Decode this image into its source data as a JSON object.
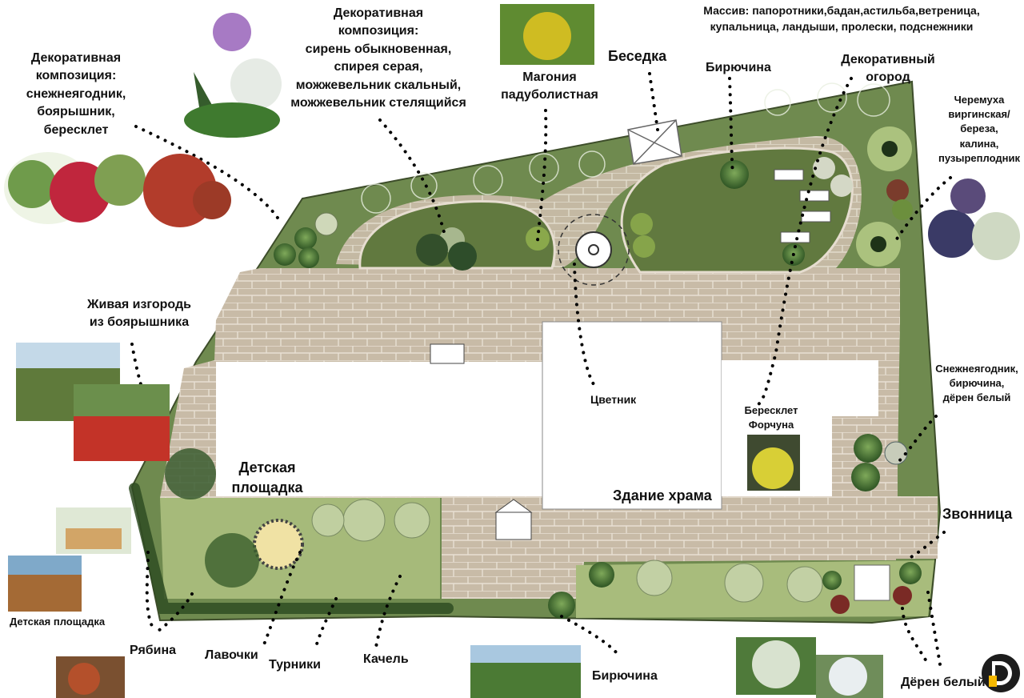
{
  "labels": {
    "deco_left": [
      "Декоративная",
      "композиция:",
      "снежнеягодник,",
      "боярышник,",
      "бересклет"
    ],
    "deco_top": [
      "Декоративная",
      "композиция:",
      "сирень обыкновенная,",
      "спирея серая,",
      "можжевельник скальный,",
      "можжевельник стелящийся"
    ],
    "magonia": [
      "Магония",
      "падуболистная"
    ],
    "gazebo": "Беседка",
    "privet_top": "Бирючина",
    "massif": [
      "Массив: папоротники,бадан,астильба,ветреница,",
      "купальница, ландыши, пролески, подснежники"
    ],
    "garden": [
      "Декоративный",
      "огород"
    ],
    "cherry": [
      "Черемуха",
      "виргинская/",
      "береза,",
      "калина,",
      "пузыреплодник"
    ],
    "hedge": [
      "Живая изгородь",
      "из боярышника"
    ],
    "flowerbed": "Цветник",
    "euonymus": [
      "Бересклет",
      "Форчуна"
    ],
    "snowberry_right": [
      "Снежнеягодник,",
      "бирючина,",
      "дёрен белый"
    ],
    "playground": [
      "Детская",
      "площадка"
    ],
    "temple": "Здание храма",
    "belfry": "Звонница",
    "playground_photo": "Детская площадка",
    "rowan": "Рябина",
    "benches": "Лавочки",
    "bars": "Турники",
    "swing": "Качель",
    "privet_bottom": "Бирючина",
    "dogwood": "Дёрен белый"
  },
  "colors": {
    "lawn": "#6f8a4f",
    "lawn_dark": "#58703c",
    "paving": "#c9bca8",
    "paving_line": "#e6ddd0",
    "building": "#ffffff",
    "light_lawn": "#a9bd7d"
  }
}
